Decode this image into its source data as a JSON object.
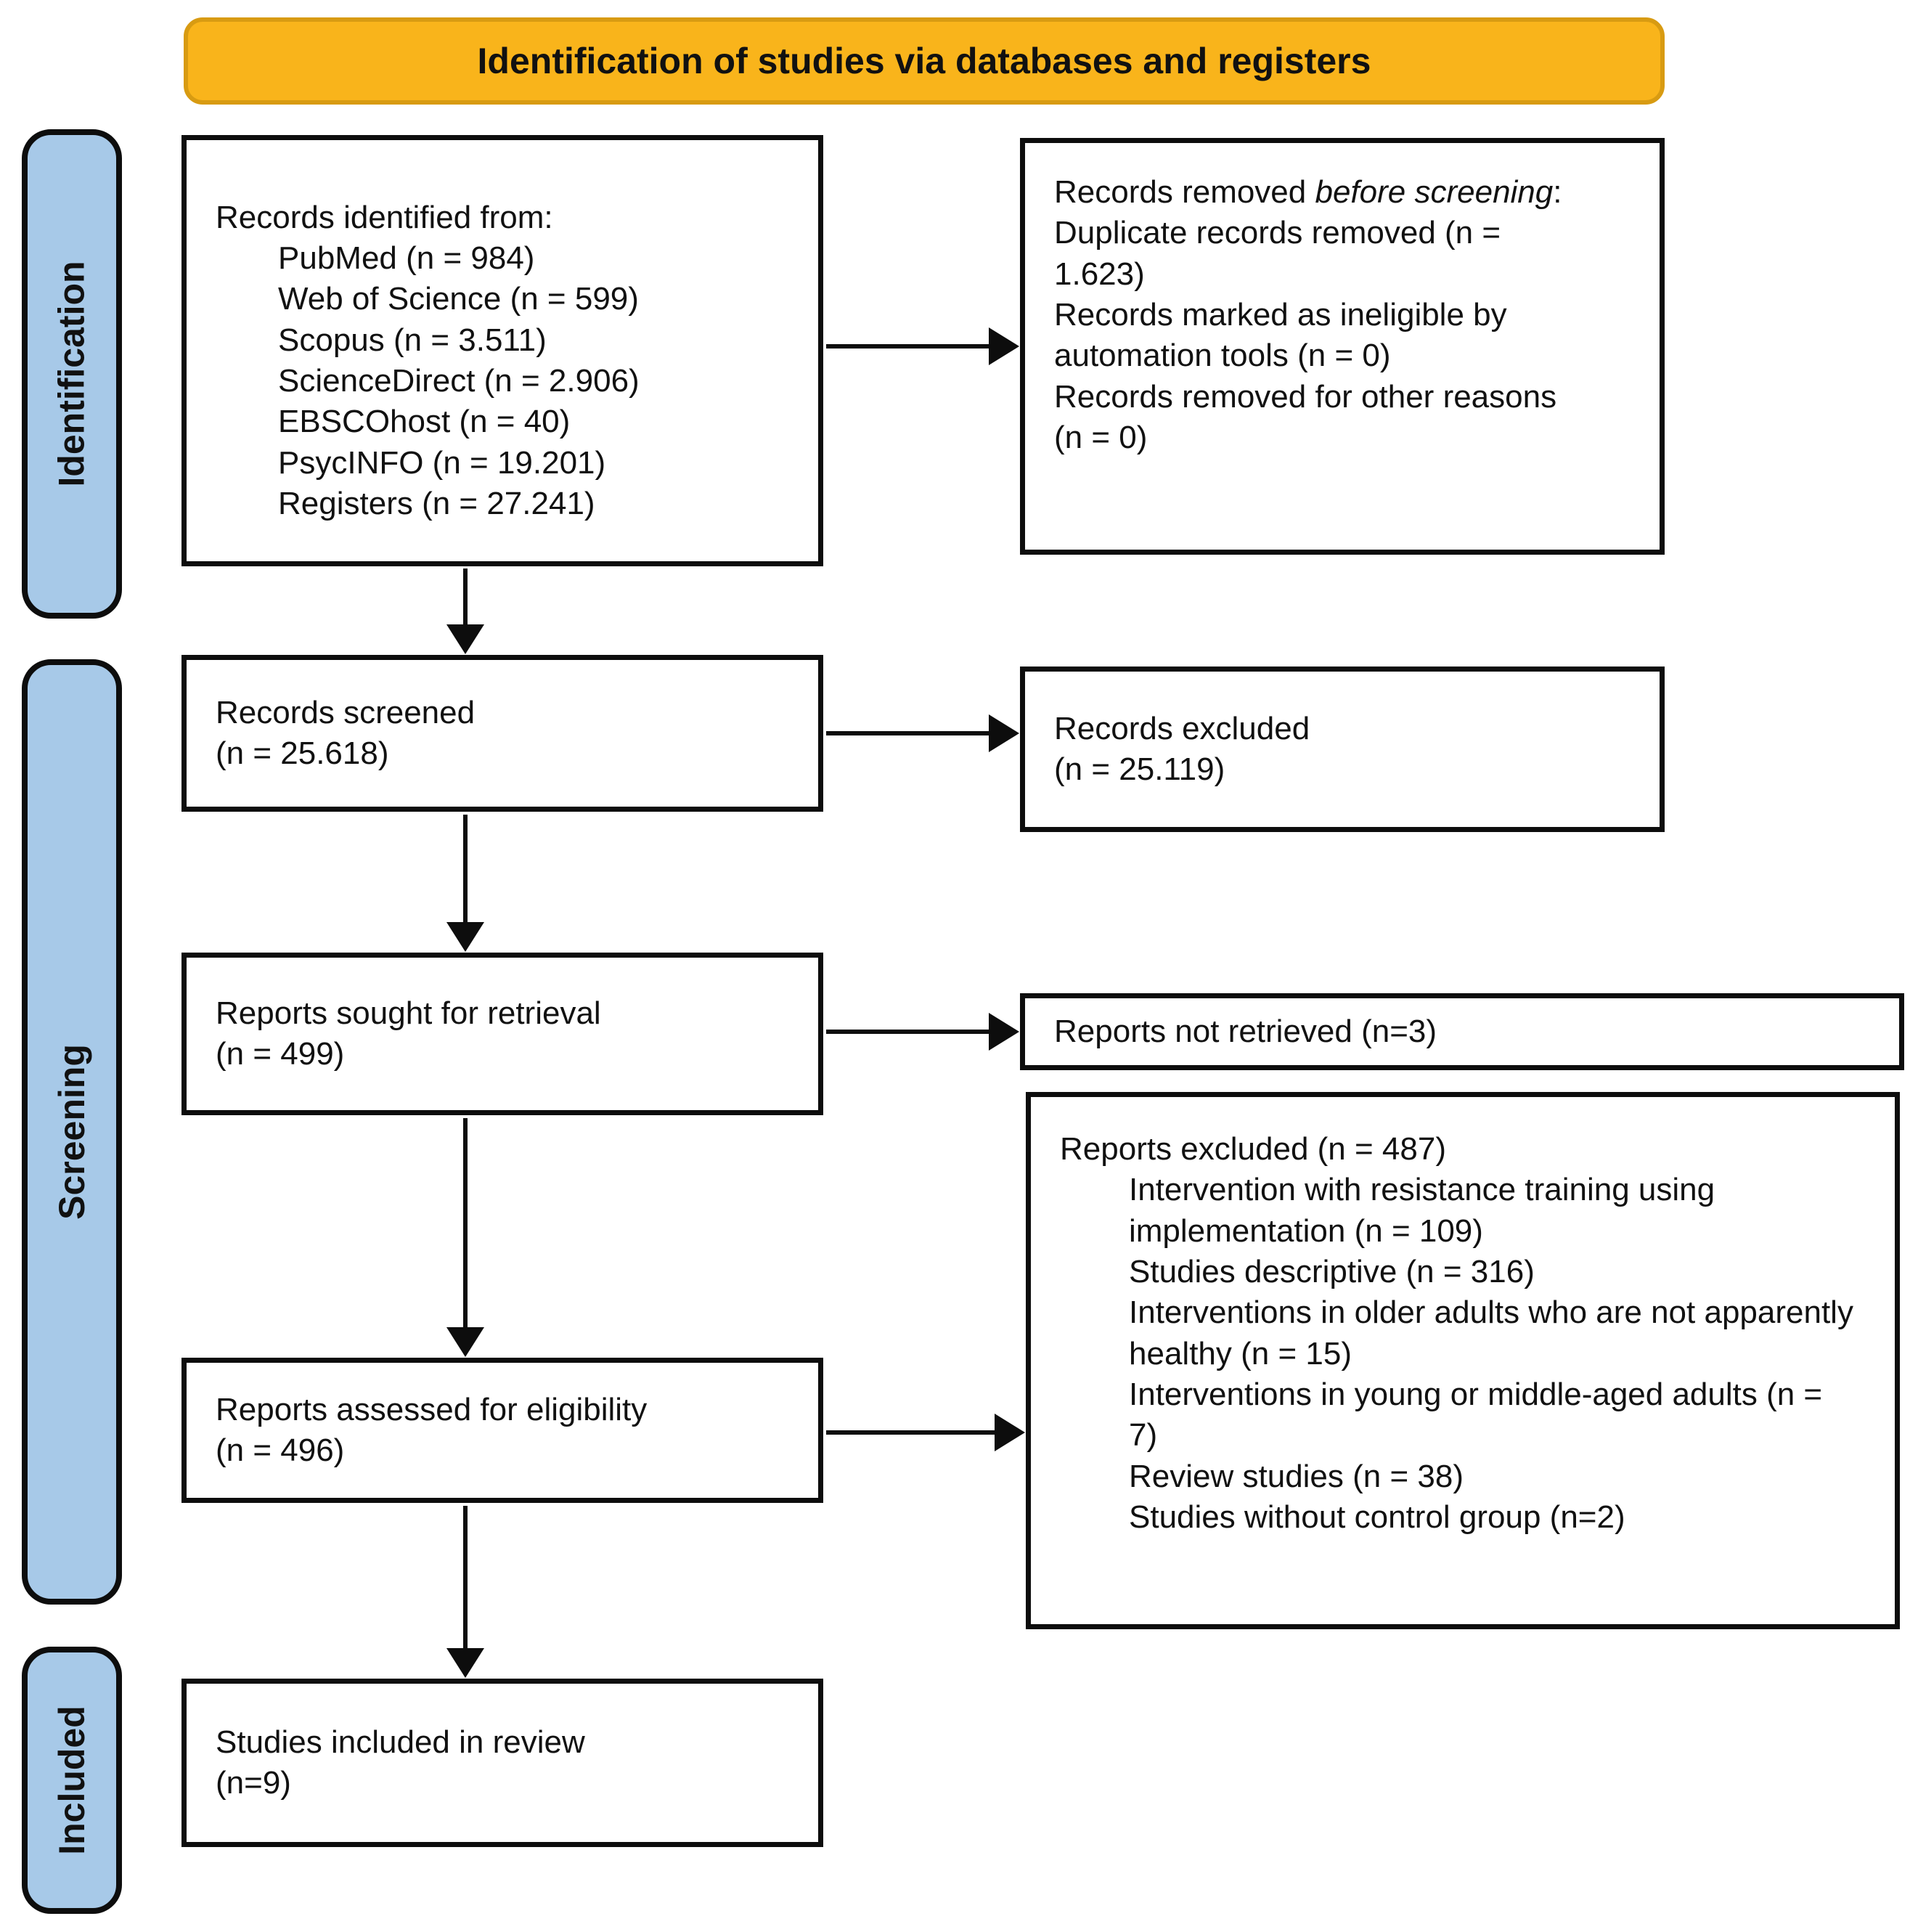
{
  "title": "Identification of studies via databases and registers",
  "colors": {
    "title_bg": "#F9B41B",
    "title_border": "#D89B12",
    "stage_bg": "#A7C9E8",
    "line_color": "#0d0d0d",
    "box_bg": "#ffffff"
  },
  "stages": {
    "identification": "Identification",
    "screening": "Screening",
    "included": "Included"
  },
  "boxes": {
    "records_identified": {
      "title": "Records identified from:",
      "items": [
        "PubMed (n = 984)",
        "Web of Science (n = 599)",
        "Scopus (n = 3.511)",
        "ScienceDirect (n = 2.906)",
        "EBSCOhost (n = 40)",
        "PsycINFO (n = 19.201)",
        "Registers (n = 27.241)"
      ]
    },
    "records_removed": {
      "title_prefix": "Records removed ",
      "title_italic": "before screening",
      "title_suffix": ":",
      "items": [
        "Duplicate records removed (n = 1.623)",
        "Records marked as ineligible by automation tools (n = 0)",
        "Records removed for other reasons (n = 0)"
      ]
    },
    "records_screened": {
      "line1": "Records screened",
      "line2": "(n = 25.618)"
    },
    "records_excluded": {
      "line1": "Records excluded",
      "line2": "(n = 25.119)"
    },
    "reports_sought": {
      "line1": "Reports sought for retrieval",
      "line2": "(n = 499)"
    },
    "reports_not_retrieved": {
      "line1": "Reports not retrieved (n=3)"
    },
    "reports_assessed": {
      "line1": "Reports assessed for eligibility",
      "line2": "(n = 496)"
    },
    "reports_excluded": {
      "title": "Reports excluded (n = 487)",
      "items": [
        "Intervention with resistance training using implementation (n = 109)",
        "Studies descriptive (n = 316)",
        "Interventions in older adults who are not apparently healthy (n = 15)",
        "Interventions in young or middle-aged adults (n = 7)",
        "Review studies (n = 38)",
        "Studies without control group (n=2)"
      ]
    },
    "studies_included": {
      "line1": "Studies included in review",
      "line2": "(n=9)"
    }
  }
}
